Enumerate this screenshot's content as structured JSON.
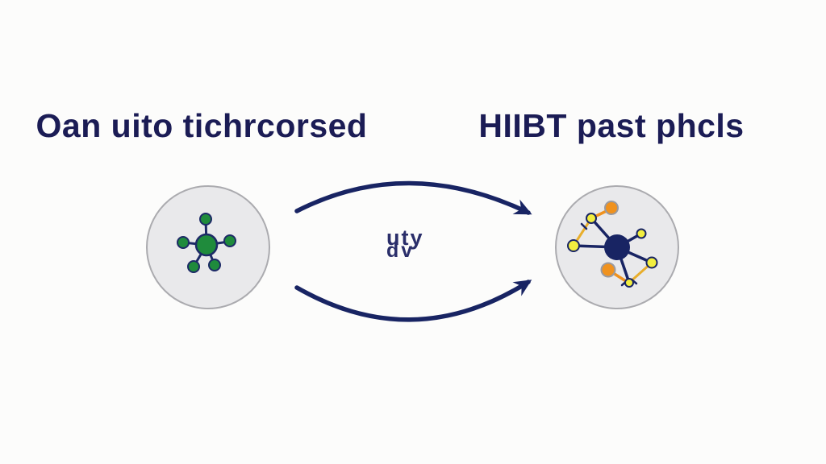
{
  "colors": {
    "background": "#fcfcfb",
    "navy": "#182463",
    "title_text": "#1b1c55",
    "label_text": "#2a2e6a",
    "green": "#1f8b3c",
    "green_outline": "#1d2a66",
    "orange": "#f0921e",
    "yellow": "#f2ee3f",
    "amber": "#e8ae2c",
    "circle_fill": "#e9e9eb",
    "circle_border": "#ababaf",
    "gray_outline": "#9a9aa0"
  },
  "left_diagram": {
    "title": "Oan uito tichrcorsed",
    "icon": "green-hub-network-icon"
  },
  "right_diagram": {
    "title": "HIIBT past phcls",
    "icon": "navy-hub-multicolor-network-icon"
  },
  "center_label": {
    "line1": "uty",
    "line2": "dv"
  }
}
